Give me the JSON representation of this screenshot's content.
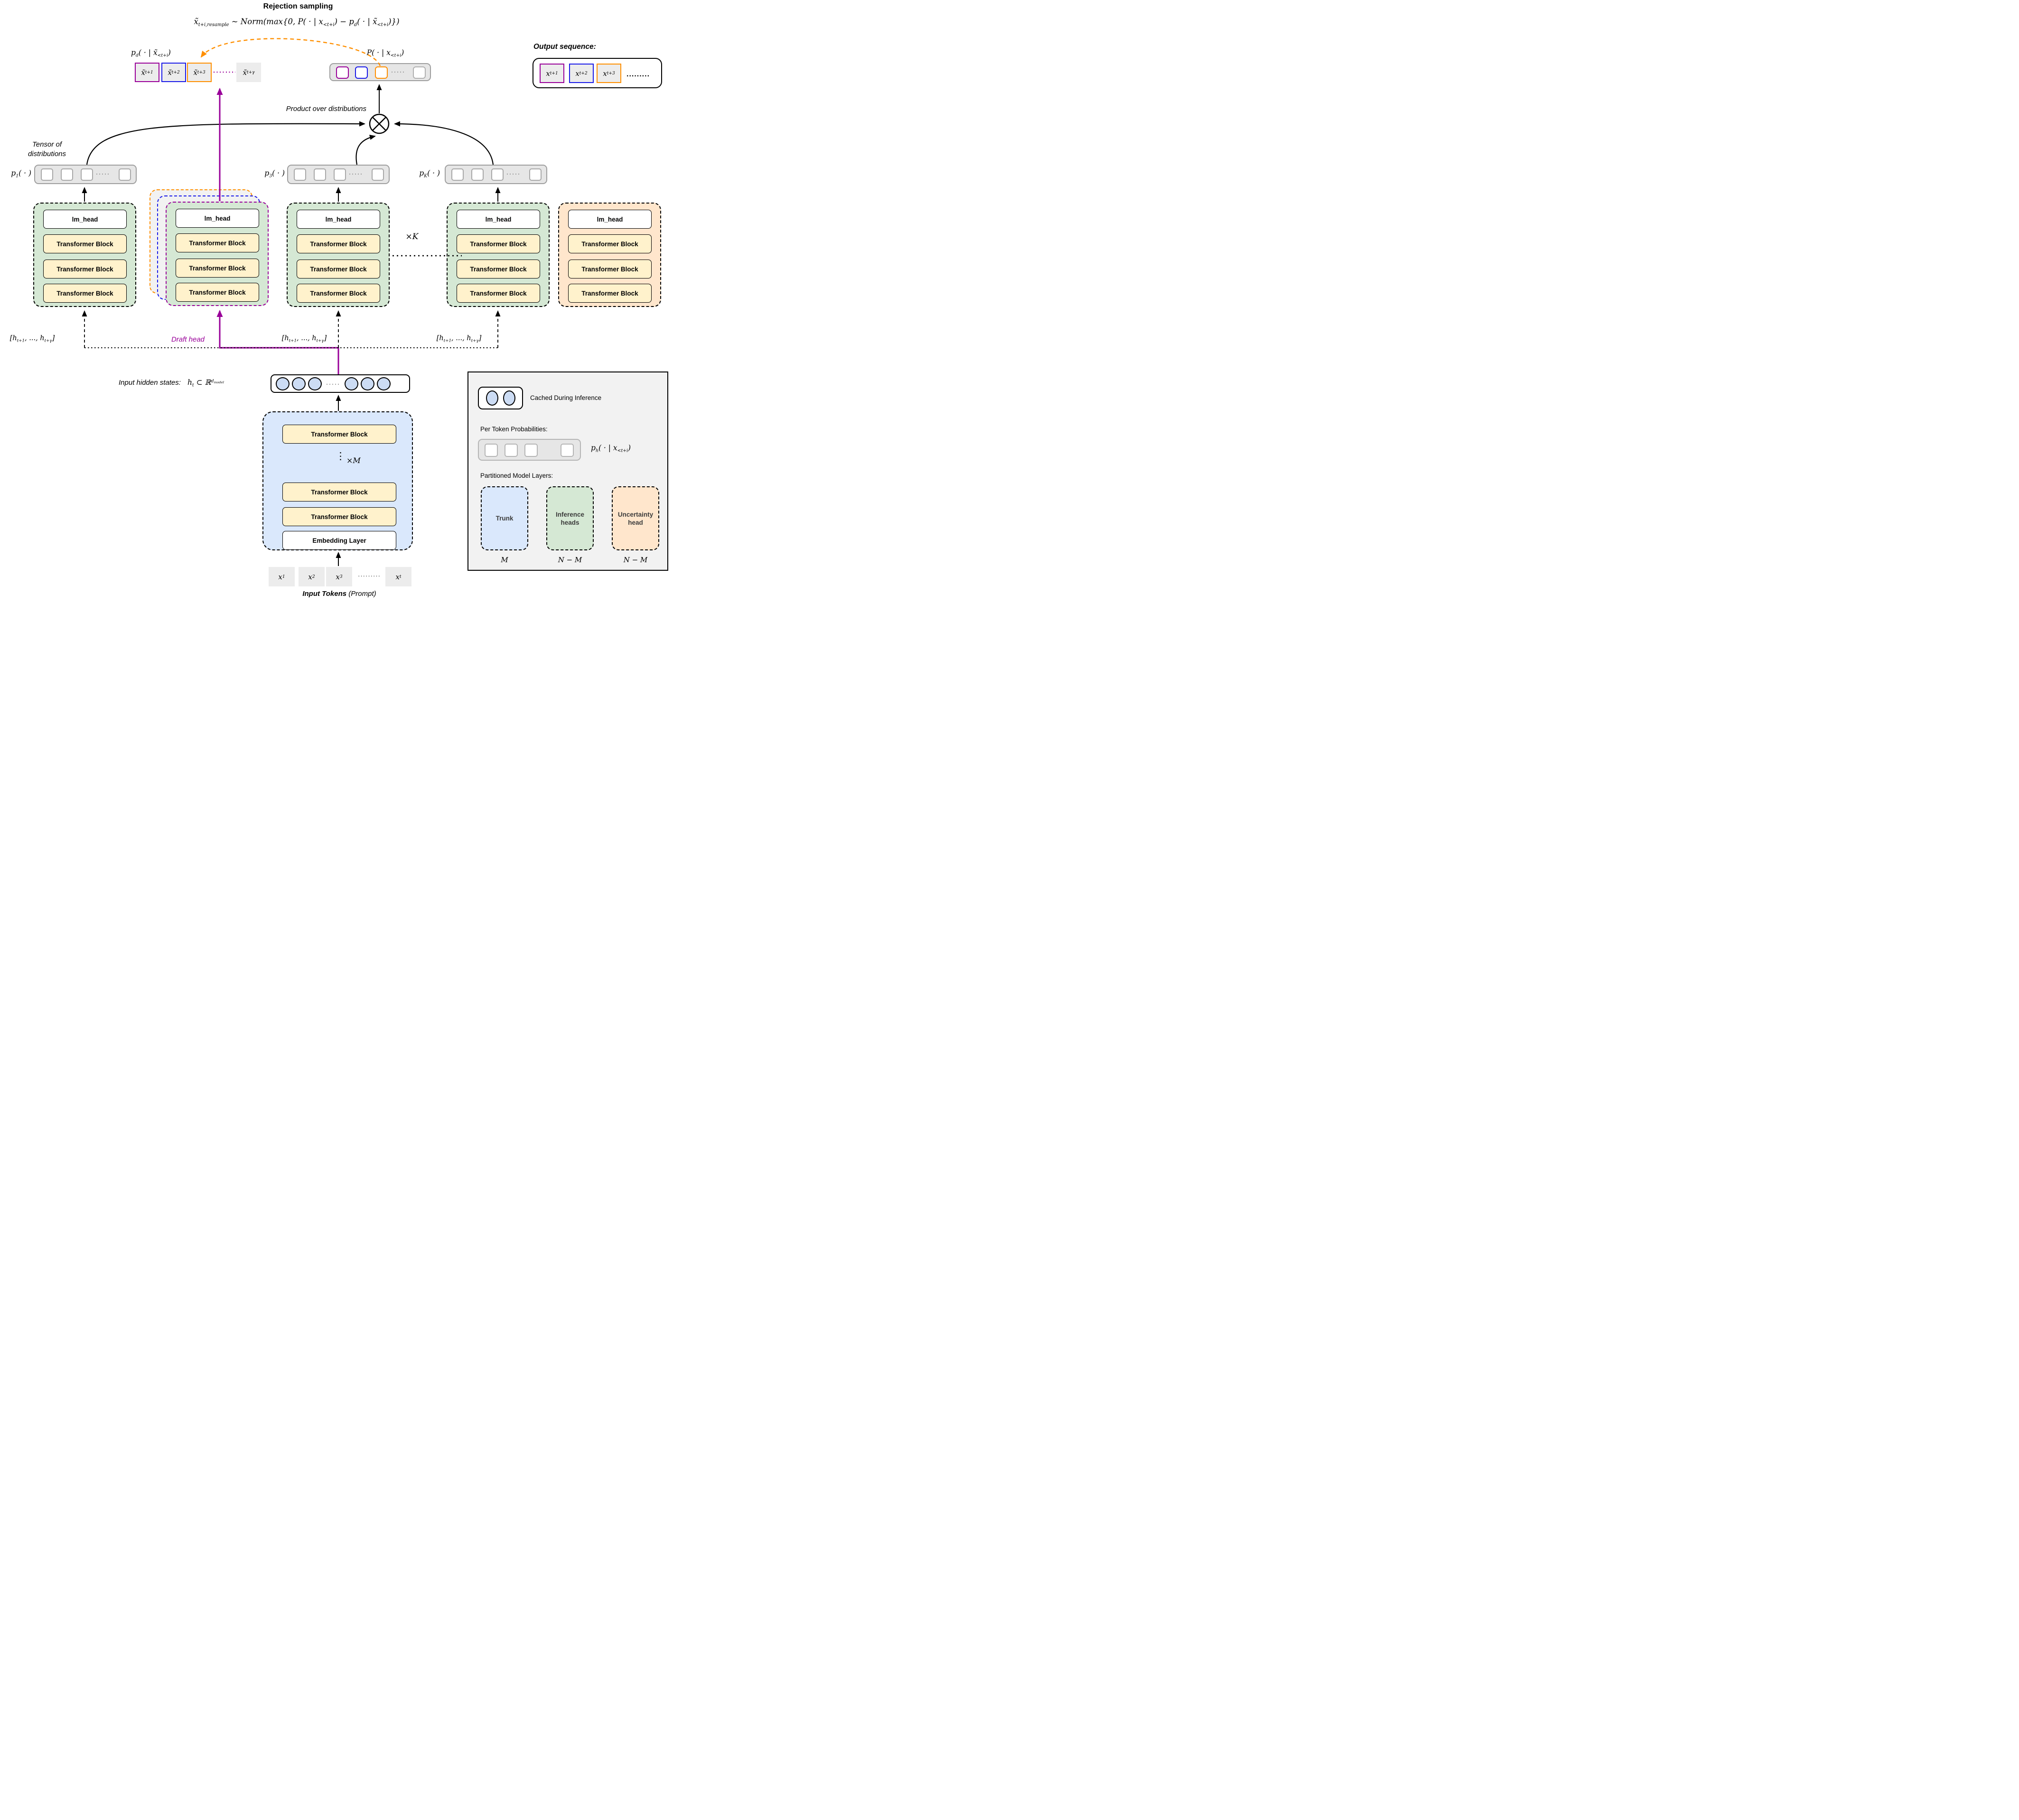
{
  "title": "Rejection sampling",
  "formula": {
    "b1": "x̃",
    "s1": "t+i,resample",
    "b2": " ~ Norm(max{0, P( · | x",
    "s2": "<t+i",
    "b3": ") − p",
    "s3": "d",
    "b4": "( · | x̃",
    "s4": "<t+i",
    "b5": ")})"
  },
  "draft_distribution": {
    "label": {
      "b1": "p",
      "s1": "d",
      "b2": "( · | x̃",
      "s2": "<t+i",
      "b3": ")"
    },
    "tokens": [
      {
        "base": "x̃",
        "sub": "t+1"
      },
      {
        "base": "x̃",
        "sub": "t+2"
      },
      {
        "base": "x̃",
        "sub": "t+3"
      },
      {
        "base": "x̃",
        "sub": "t+γ"
      }
    ]
  },
  "target_distribution": {
    "label": {
      "b1": "P( · | x",
      "s1": "<t+i",
      "b2": ")"
    },
    "dots": "·····"
  },
  "output_sequence": {
    "title": "Output sequence:",
    "tokens": [
      {
        "base": "x",
        "sub": "t+1"
      },
      {
        "base": "x",
        "sub": "t+2"
      },
      {
        "base": "x",
        "sub": "t+3"
      }
    ],
    "dots": "........."
  },
  "product_node_label": "Product over distributions",
  "tensor_caption": {
    "line1": "Tensor of",
    "line2": "distributions"
  },
  "tensors": {
    "p1": {
      "b1": "p",
      "s1": "1",
      "b2": "( · )"
    },
    "p3": {
      "b1": "p",
      "s1": "3",
      "b2": "( · )"
    },
    "pK": {
      "b1": "p",
      "s1": "K",
      "b2": "( · )"
    },
    "dots": "·····"
  },
  "labels": {
    "lm_head": "lm_head",
    "transformer_block": "Transformer Block",
    "embedding_layer": "Embedding Layer",
    "times_k": "×K",
    "times_m": "×M",
    "vdots": "⋮"
  },
  "hidden_sequence": {
    "b1": "[h",
    "s1": "t+1",
    "b2": ", ..., h",
    "s2": "t+γ",
    "b3": "]"
  },
  "draft_head_label": "Draft head",
  "hidden_states": {
    "caption": "Input hidden states:",
    "b1": "h",
    "s1": "t",
    "b2": " ⊂ ℝ",
    "sup_base": "d",
    "sup_sub": "model"
  },
  "input_tokens": {
    "tokens": [
      {
        "base": "x",
        "sub": "1"
      },
      {
        "base": "x",
        "sub": "2"
      },
      {
        "base": "x",
        "sub": "3"
      },
      {
        "base": "x",
        "sub": "t"
      }
    ],
    "dots": "·········",
    "caption_bold": "Input Tokens",
    "caption_rest": " (Prompt)"
  },
  "legend": {
    "cached": "Cached During Inference",
    "per_token": "Per Token Probabilities:",
    "ph": {
      "b1": "p",
      "s1": "h",
      "b2": "( · | x",
      "s2": "<t+i",
      "b3": ")"
    },
    "partitioned": "Partitioned Model Layers:",
    "boxes": [
      {
        "label": "Trunk",
        "count": "M"
      },
      {
        "label": "Inference heads",
        "count": "N − M"
      },
      {
        "label": "Uncertainty head",
        "count": "N − M"
      }
    ]
  },
  "colors": {
    "head_green": "#d5e8d4",
    "trunk_blue": "#dae8fc",
    "uncertainty_orange": "#ffe6cc",
    "block_yellow": "#fff2cc",
    "token_gray": "#ececec",
    "tensor_gray": "#e6e6e6",
    "purple": "#990099",
    "blue": "#1a1ae8",
    "orange": "#ff8f00"
  }
}
